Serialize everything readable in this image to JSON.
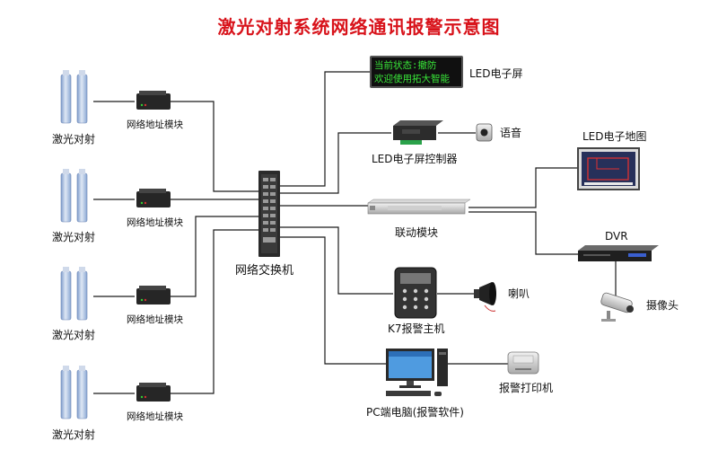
{
  "title": "激光对射系统网络通讯报警示意图",
  "left_column": {
    "beam_label": "激光对射",
    "module_label": "网络地址模块",
    "rows": 4
  },
  "switch": {
    "label": "网络交换机"
  },
  "devices": {
    "led_screen": {
      "label": "LED电子屏",
      "line1": "当前状态:撤防",
      "line2": "欢迎使用拓大智能"
    },
    "led_controller": {
      "label": "LED电子屏控制器"
    },
    "voice": {
      "label": "语音"
    },
    "led_map": {
      "label": "LED电子地图"
    },
    "linkage": {
      "label": "联动模块"
    },
    "dvr": {
      "label": "DVR"
    },
    "camera": {
      "label": "摄像头"
    },
    "k7": {
      "label": "K7报警主机"
    },
    "horn": {
      "label": "喇叭"
    },
    "pc": {
      "label": "PC端电脑(报警软件)"
    },
    "printer": {
      "label": "报警打印机"
    }
  },
  "colors": {
    "title": "#d8131b",
    "line": "#1a1a1a",
    "beam_blue": "#9db6d8",
    "led_green": "#39e639",
    "map_red": "#e03030"
  }
}
